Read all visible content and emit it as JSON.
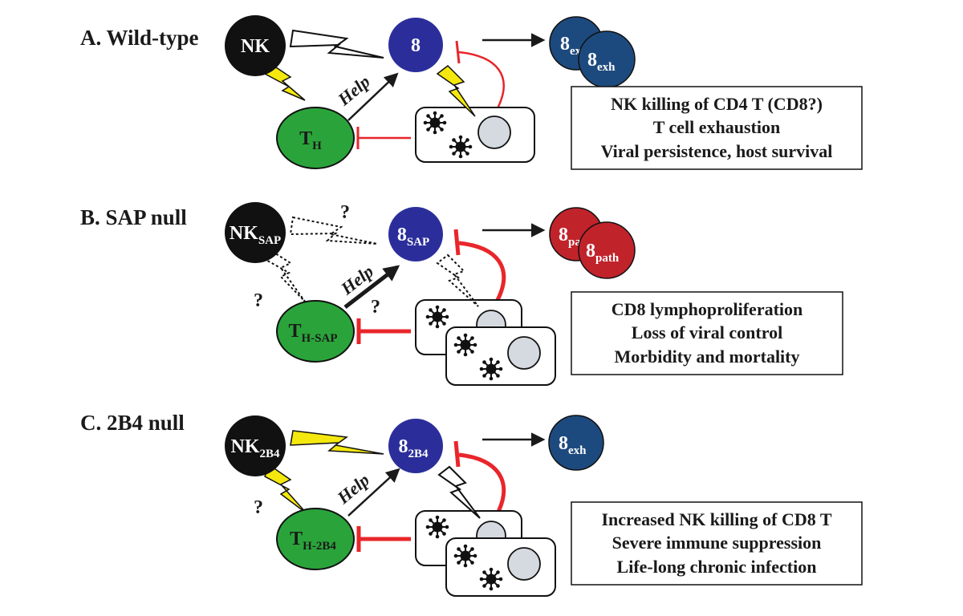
{
  "colors": {
    "nk": "#111111",
    "cd8": "#2b2e9a",
    "helper": "#2aa43a",
    "exhausted": "#1d4a7e",
    "pathogenic": "#c1232b",
    "inhibit": "#e8262b",
    "bolt": "#f5e80e",
    "infected_nucleus": "#d5d9e0"
  },
  "icons": {
    "lightning": "lightning-bolt-icon",
    "virus": "virus-particle-icon",
    "inhibit": "inhibition-t-bar-icon",
    "arrow": "activation-arrow-icon"
  },
  "panels": [
    {
      "id": "a",
      "title": "A. Wild-type",
      "nk_main": "NK",
      "nk_sub": "",
      "th_main": "T",
      "th_sub": "H",
      "cd8_main": "8",
      "cd8_sub": "",
      "help": "Help",
      "out_back_main": "8",
      "out_back_sub": "ex",
      "out_front_main": "8",
      "out_front_sub": "exh",
      "summary": [
        "NK killing of CD4 T (CD8?)",
        "T cell exhaustion",
        "Viral persistence, host survival"
      ],
      "questions": []
    },
    {
      "id": "b",
      "title": "B. SAP null",
      "nk_main": "NK",
      "nk_sub": "SAP",
      "th_main": "T",
      "th_sub": "H-SAP",
      "cd8_main": "8",
      "cd8_sub": "SAP",
      "help": "Help",
      "out_back_main": "8",
      "out_back_sub": "pa",
      "out_front_main": "8",
      "out_front_sub": "path",
      "summary": [
        "CD8 lymphoproliferation",
        "Loss of viral control",
        "Morbidity and mortality"
      ],
      "questions": [
        "?",
        "?",
        "?"
      ]
    },
    {
      "id": "c",
      "title": "C. 2B4 null",
      "nk_main": "NK",
      "nk_sub": "2B4",
      "th_main": "T",
      "th_sub": "H-2B4",
      "cd8_main": "8",
      "cd8_sub": "2B4",
      "help": "Help",
      "out_single_main": "8",
      "out_single_sub": "exh",
      "summary": [
        "Increased NK killing of CD8 T",
        "Severe immune suppression",
        "Life-long chronic infection"
      ],
      "questions": [
        "?"
      ]
    }
  ]
}
